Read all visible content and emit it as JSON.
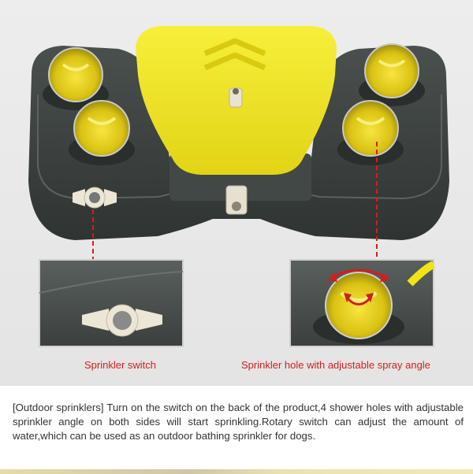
{
  "captions": {
    "left": "Sprinkler switch",
    "right": "Sprinkler hole with adjustable spray angle"
  },
  "description": "[Outdoor sprinklers] Turn on the switch on the back of the product,4 shower holes with adjustable sprinkler angle on both sides will start sprinkling.Rotary switch can adjust the amount of water,which can be used as an outdoor bathing sprinkler for dogs.",
  "colors": {
    "body": "#3d4340",
    "lid": "#f0e418",
    "accent_red": "#d21e1e",
    "dome_yellow": "#e8d21a"
  }
}
